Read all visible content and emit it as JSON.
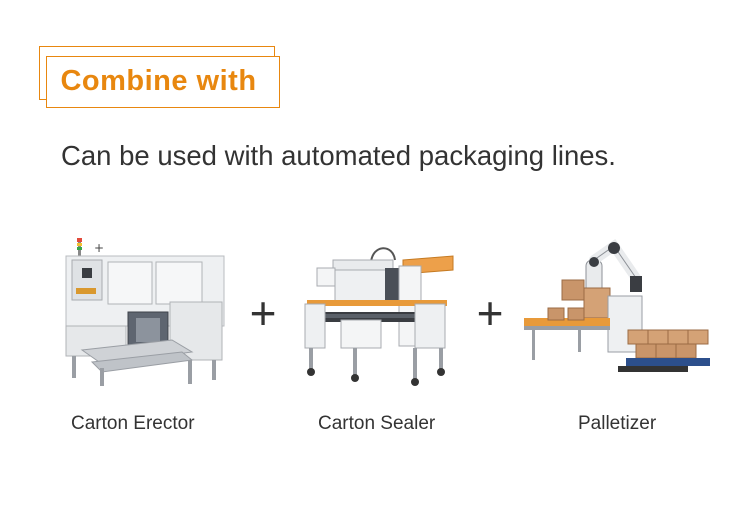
{
  "badge": {
    "text": "Combine with"
  },
  "subtitle": "Can be used with automated packaging lines.",
  "machines": [
    {
      "name": "Carton Erector",
      "icon": "carton-erector-machine"
    },
    {
      "name": "Carton Sealer",
      "icon": "carton-sealer-machine"
    },
    {
      "name": "Palletizer",
      "icon": "palletizer-robot"
    }
  ],
  "plus_symbols": [
    "+",
    "+"
  ],
  "colors": {
    "accent": "#e8870f",
    "text": "#333333",
    "machine_frame": "#e6e8ea",
    "carton": "#c9956a"
  }
}
